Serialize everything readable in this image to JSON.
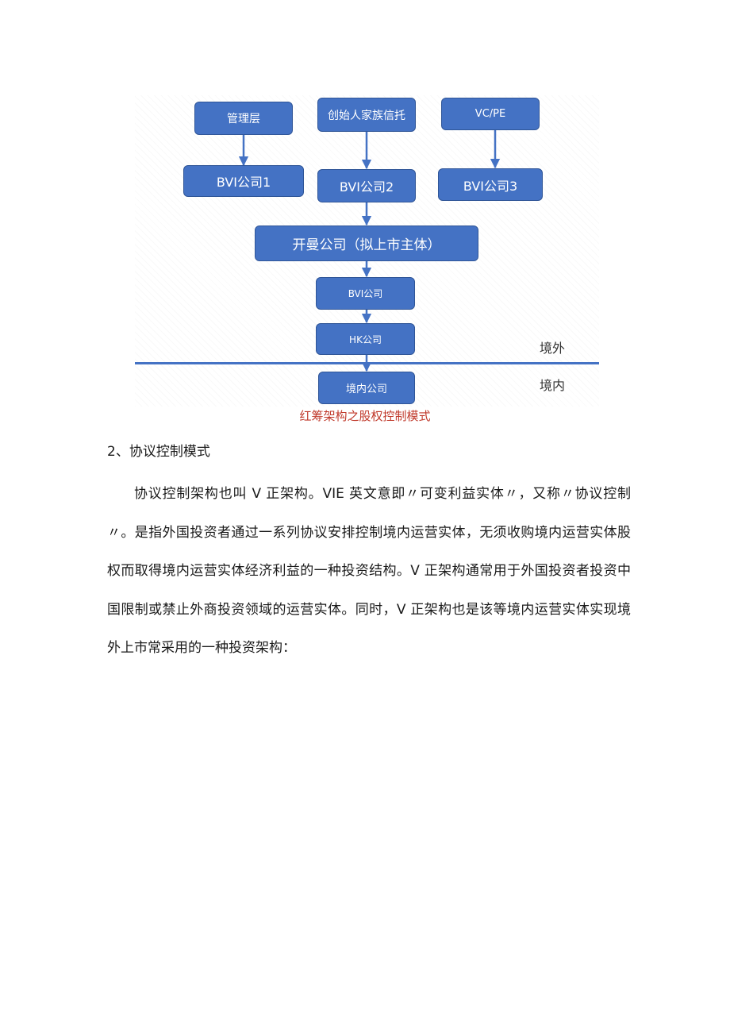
{
  "diagram": {
    "boxes": {
      "management": "管理层",
      "founder_trust": "创始人家族信托",
      "vcpe": "VC/PE",
      "bvi1": "BVI公司1",
      "bvi2": "BVI公司2",
      "bvi3": "BVI公司3",
      "cayman": "开曼公司（拟上市主体）",
      "bvi": "BVI公司",
      "hk": "HK公司",
      "domestic": "境内公司"
    },
    "regions": {
      "offshore": "境外",
      "onshore": "境内"
    },
    "colors": {
      "box_fill": "#4472c4",
      "box_border": "#2f5597",
      "arrow": "#4472c4",
      "line": "#4472c4"
    }
  },
  "caption": "红筹架构之股权控制模式",
  "section_heading": "2、协议控制模式",
  "paragraph": "协议控制架构也叫 V 正架构。VIE 英文意即〃可变利益实体〃，又称〃协议控制〃。是指外国投资者通过一系列协议安排控制境内运营实体，无须收购境内运营实体股权而取得境内运营实体经济利益的一种投资结构。V 正架构通常用于外国投资者投资中国限制或禁止外商投资领域的运营实体。同时，V 正架构也是该等境内运营实体实现境外上市常采用的一种投资架构："
}
